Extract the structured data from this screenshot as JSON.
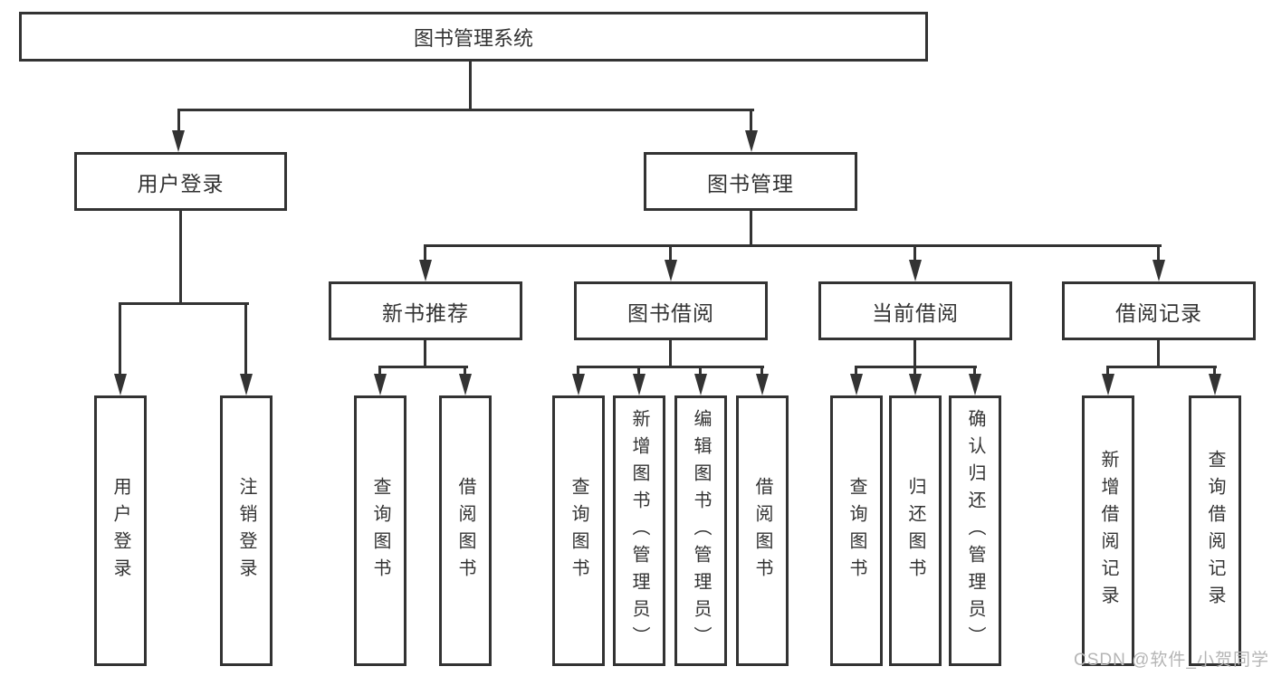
{
  "diagram": {
    "watermark": "CSDN @软件_小贺同学",
    "colors": {
      "line": "#333333",
      "box_border": "#333333",
      "box_fill": "#ffffff",
      "text": "#333333",
      "watermark": "#b5b5b5"
    }
  },
  "nodes": {
    "root": {
      "label": "图书管理系统"
    },
    "level2": [
      {
        "label": "用户登录"
      },
      {
        "label": "图书管理"
      }
    ],
    "level3": [
      {
        "label": "新书推荐"
      },
      {
        "label": "图书借阅"
      },
      {
        "label": "当前借阅"
      },
      {
        "label": "借阅记录"
      }
    ],
    "level4": {
      "user_login": [
        {
          "label": "用户登录"
        },
        {
          "label": "注销登录"
        }
      ],
      "new_book": [
        {
          "label": "查询图书"
        },
        {
          "label": "借阅图书"
        }
      ],
      "book_borrow": [
        {
          "label": "查询图书"
        },
        {
          "label": "新增图书（管理员）"
        },
        {
          "label": "编辑图书（管理员）"
        },
        {
          "label": "借阅图书"
        }
      ],
      "current_borrow": [
        {
          "label": "查询图书"
        },
        {
          "label": "归还图书"
        },
        {
          "label": "确认归还（管理员）"
        }
      ],
      "borrow_record": [
        {
          "label": "新增借阅记录"
        },
        {
          "label": "查询借阅记录"
        }
      ]
    }
  }
}
